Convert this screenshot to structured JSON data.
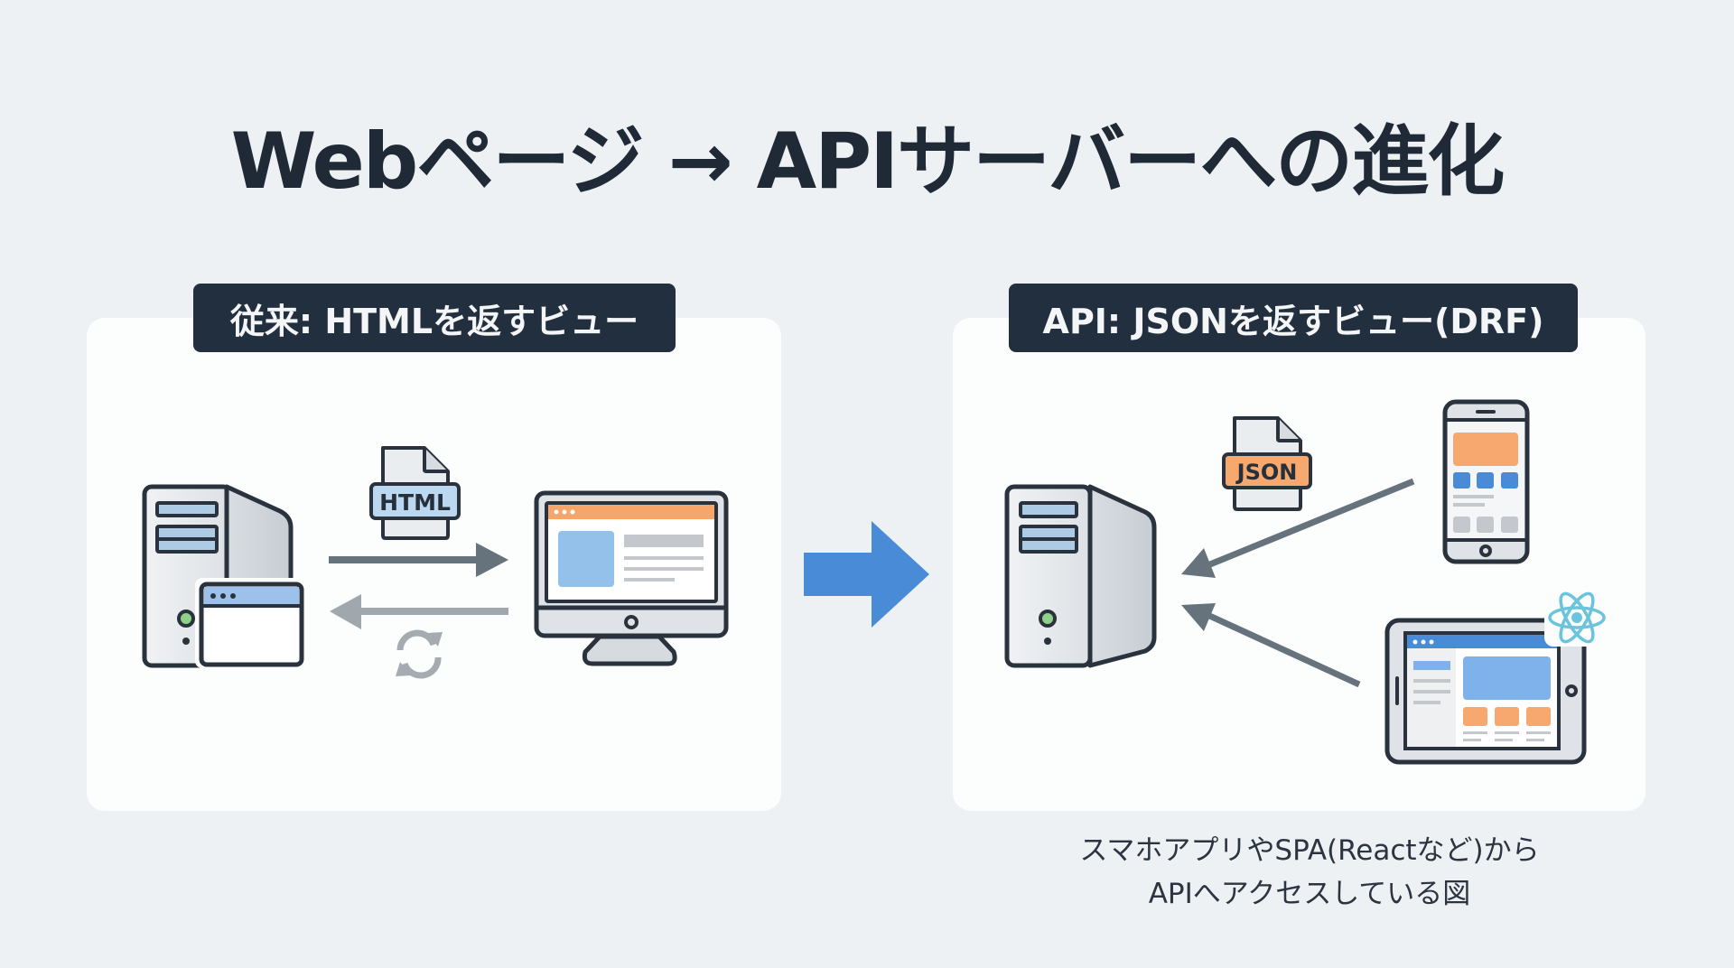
{
  "title": "Webページ → APIサーバーへの進化",
  "left_panel": {
    "badge": "従来: HTMLを返すビュー",
    "file_label": "HTML",
    "icons": [
      "server-icon",
      "browser-window-icon",
      "html-file-icon",
      "arrow-right-icon",
      "arrow-left-icon",
      "refresh-icon",
      "desktop-monitor-icon"
    ]
  },
  "transition_icon": "big-arrow-right-icon",
  "right_panel": {
    "badge": "API: JSONを返すビュー(DRF)",
    "file_label": "JSON",
    "icons": [
      "server-icon",
      "json-file-icon",
      "smartphone-icon",
      "tablet-icon",
      "react-logo-icon",
      "arrow-to-server-icon"
    ]
  },
  "caption": {
    "line1": "スマホアプリやSPA(Reactなど)から",
    "line2": "APIへアクセスしている図"
  },
  "colors": {
    "background": "#edf1f4",
    "panel": "#fcfdfd",
    "badge": "#222f3e",
    "accent_blue": "#4a8bd8",
    "accent_orange": "#f7a86e",
    "outline": "#2a333d",
    "arrow_dark": "#66727c",
    "arrow_light": "#a0a8ae"
  }
}
